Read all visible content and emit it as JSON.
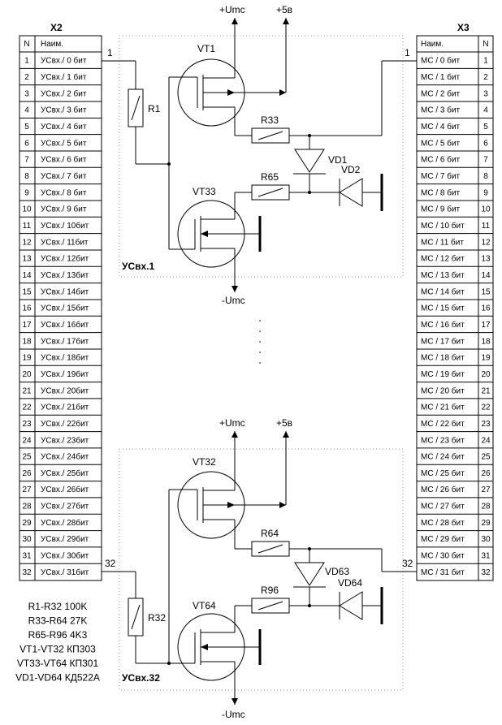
{
  "connectors": {
    "x2": {
      "title": "X2",
      "col_n": "N",
      "col_name": "Наим.",
      "rows": [
        {
          "n": "1",
          "name": "УСвх./ 0 бит"
        },
        {
          "n": "2",
          "name": "УСвх./ 1 бит"
        },
        {
          "n": "3",
          "name": "УСвх./ 2 бит"
        },
        {
          "n": "4",
          "name": "УСвх./ 3 бит"
        },
        {
          "n": "5",
          "name": "УСвх./ 4 бит"
        },
        {
          "n": "6",
          "name": "УСвх./ 5 бит"
        },
        {
          "n": "7",
          "name": "УСвх./ 6 бит"
        },
        {
          "n": "8",
          "name": "УСвх./ 7 бит"
        },
        {
          "n": "9",
          "name": "УСвх./ 8 бит"
        },
        {
          "n": "10",
          "name": "УСвх./ 9 бит"
        },
        {
          "n": "11",
          "name": "УСвх./ 10бит"
        },
        {
          "n": "12",
          "name": "УСвх./ 11бит"
        },
        {
          "n": "13",
          "name": "УСвх./ 12бит"
        },
        {
          "n": "14",
          "name": "УСвх./ 13бит"
        },
        {
          "n": "15",
          "name": "УСвх./ 14бит"
        },
        {
          "n": "16",
          "name": "УСвх./ 15бит"
        },
        {
          "n": "17",
          "name": "УСвх./ 16бит"
        },
        {
          "n": "18",
          "name": "УСвх./ 17бит"
        },
        {
          "n": "19",
          "name": "УСвх./ 18бит"
        },
        {
          "n": "20",
          "name": "УСвх./ 19бит"
        },
        {
          "n": "21",
          "name": "УСвх./ 20бит"
        },
        {
          "n": "22",
          "name": "УСвх./ 21бит"
        },
        {
          "n": "23",
          "name": "УСвх./ 22бит"
        },
        {
          "n": "24",
          "name": "УСвх./ 23бит"
        },
        {
          "n": "25",
          "name": "УСвх./ 24бит"
        },
        {
          "n": "26",
          "name": "УСвх./ 25бит"
        },
        {
          "n": "27",
          "name": "УСвх./ 26бит"
        },
        {
          "n": "28",
          "name": "УСвх./ 27бит"
        },
        {
          "n": "29",
          "name": "УСвх./ 28бит"
        },
        {
          "n": "30",
          "name": "УСвх./ 29бит"
        },
        {
          "n": "31",
          "name": "УСвх./ 30бит"
        },
        {
          "n": "32",
          "name": "УСвх./ 31бит"
        }
      ]
    },
    "x3": {
      "title": "X3",
      "col_n": "N",
      "col_name": "Наим.",
      "rows": [
        {
          "n": "1",
          "name": "МС / 0 бит"
        },
        {
          "n": "2",
          "name": "МС / 1 бит"
        },
        {
          "n": "3",
          "name": "МС / 2 бит"
        },
        {
          "n": "4",
          "name": "МС / 3 бит"
        },
        {
          "n": "5",
          "name": "МС / 4 бит"
        },
        {
          "n": "6",
          "name": "МС / 5 бит"
        },
        {
          "n": "7",
          "name": "МС / 6 бит"
        },
        {
          "n": "8",
          "name": "МС / 7 бит"
        },
        {
          "n": "9",
          "name": "МС / 8 бит"
        },
        {
          "n": "10",
          "name": "МС / 9 бит"
        },
        {
          "n": "11",
          "name": "МС / 10 бит"
        },
        {
          "n": "12",
          "name": "МС / 11 бит"
        },
        {
          "n": "13",
          "name": "МС / 12 бит"
        },
        {
          "n": "14",
          "name": "МС / 13 бит"
        },
        {
          "n": "15",
          "name": "МС / 14 бит"
        },
        {
          "n": "16",
          "name": "МС / 15 бит"
        },
        {
          "n": "17",
          "name": "МС / 16 бит"
        },
        {
          "n": "18",
          "name": "МС / 17 бит"
        },
        {
          "n": "19",
          "name": "МС / 18 бит"
        },
        {
          "n": "20",
          "name": "МС / 19 бит"
        },
        {
          "n": "21",
          "name": "МС / 20 бит"
        },
        {
          "n": "22",
          "name": "МС / 21 бит"
        },
        {
          "n": "23",
          "name": "МС / 22 бит"
        },
        {
          "n": "24",
          "name": "МС / 23 бит"
        },
        {
          "n": "25",
          "name": "МС / 24 бит"
        },
        {
          "n": "26",
          "name": "МС / 25 бит"
        },
        {
          "n": "27",
          "name": "МС / 26 бит"
        },
        {
          "n": "28",
          "name": "МС / 27 бит"
        },
        {
          "n": "29",
          "name": "МС / 28 бит"
        },
        {
          "n": "30",
          "name": "МС / 29 бит"
        },
        {
          "n": "31",
          "name": "МС / 30 бит"
        },
        {
          "n": "32",
          "name": "МС / 31 бит"
        }
      ]
    }
  },
  "circuits": [
    {
      "block_label": "УСвх.1",
      "supply_pos": "+Umc",
      "supply_5v": "+5в",
      "supply_neg": "-Umc",
      "pin_in": "1",
      "pin_out": "1",
      "vt_top": "VT1",
      "vt_bottom": "VT33",
      "r_gate": "R1",
      "r_top": "R33",
      "r_bottom": "R65",
      "vd_a": "VD1",
      "vd_b": "VD2"
    },
    {
      "block_label": "УСвх.32",
      "supply_pos": "+Umc",
      "supply_5v": "+5в",
      "supply_neg": "-Umc",
      "pin_in": "32",
      "pin_out": "32",
      "vt_top": "VT32",
      "vt_bottom": "VT64",
      "r_gate": "R32",
      "r_top": "R64",
      "r_bottom": "R96",
      "vd_a": "VD63",
      "vd_b": "VD64"
    }
  ],
  "legend": [
    "R1-R32 100K",
    "R33-R64 27K",
    "R65-R96 4K3",
    "VT1-VT32 КП303",
    "VT33-VT64 КП301",
    "VD1-VD64 КД522А"
  ],
  "colors": {
    "line": "#000000",
    "dotted": "#999999",
    "background": "#ffffff"
  }
}
